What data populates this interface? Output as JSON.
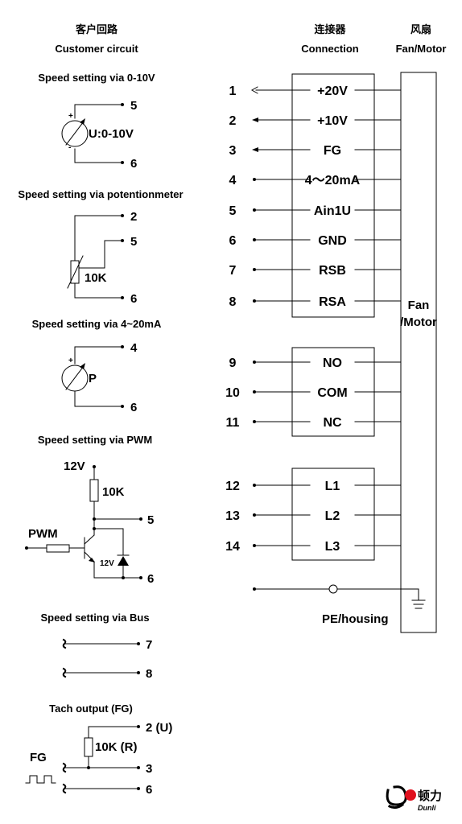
{
  "headers": {
    "customer_cn": "客户回路",
    "customer_en": "Customer circuit",
    "connection_cn": "连接器",
    "connection_en": "Connection",
    "fan_cn": "风扇",
    "fan_en": "Fan/Motor"
  },
  "sections": {
    "s1_title": "Speed setting via 0-10V",
    "s1_source": "U:0-10V",
    "s1_t5": "5",
    "s1_t6": "6",
    "s2_title": "Speed setting via potentionmeter",
    "s2_t2": "2",
    "s2_t5": "5",
    "s2_t6": "6",
    "s2_res": "10K",
    "s3_title": "Speed setting via  4~20mA",
    "s3_source": "P",
    "s3_t4": "4",
    "s3_t6": "6",
    "s4_title": "Speed setting via PWM",
    "s4_supply": "12V",
    "s4_res": "10K",
    "s4_input": "PWM",
    "s4_zener": "12V",
    "s4_t5": "5",
    "s4_t6": "6",
    "s5_title": "Speed setting via Bus",
    "s5_t7": "7",
    "s5_t8": "8",
    "s6_title": "Tach output (FG)",
    "s6_t2": "2 (U)",
    "s6_res": "10K (R)",
    "s6_input": "FG",
    "s6_t3": "3",
    "s6_t6": "6"
  },
  "pins": [
    {
      "num": "1",
      "signal": "+20V"
    },
    {
      "num": "2",
      "signal": "+10V"
    },
    {
      "num": "3",
      "signal": "FG"
    },
    {
      "num": "4",
      "signal": "4～20mA"
    },
    {
      "num": "5",
      "signal": "Ain1U"
    },
    {
      "num": "6",
      "signal": "GND"
    },
    {
      "num": "7",
      "signal": "RSB"
    },
    {
      "num": "8",
      "signal": "RSA"
    },
    {
      "num": "9",
      "signal": "NO"
    },
    {
      "num": "10",
      "signal": "COM"
    },
    {
      "num": "11",
      "signal": "NC"
    },
    {
      "num": "12",
      "signal": "L1"
    },
    {
      "num": "13",
      "signal": "L2"
    },
    {
      "num": "14",
      "signal": "L3"
    }
  ],
  "motor_label_1": "Fan",
  "motor_label_2": "/Motor",
  "pe_label": "PE/housing",
  "brand": {
    "cn": "顿力",
    "en": "Dunli",
    "accent_color": "#e0101e"
  }
}
